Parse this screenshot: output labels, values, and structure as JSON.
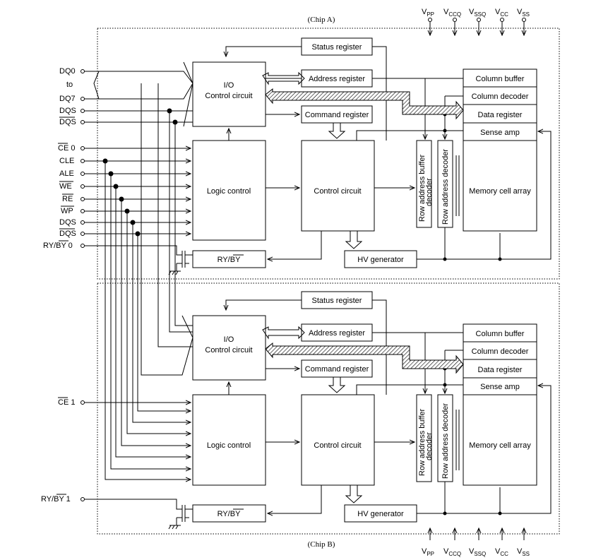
{
  "chips": [
    {
      "label": "(Chip A)",
      "blocks": {
        "status_register": "Status register",
        "address_register": "Address register",
        "command_register": "Command register",
        "io_control_line1": "I/O",
        "io_control_line2": "Control circuit",
        "logic_control": "Logic control",
        "control_circuit": "Control circuit",
        "ready_busy": "RY/BY",
        "hv_generator": "HV generator",
        "column_buffer": "Column buffer",
        "column_decoder": "Column decoder",
        "data_register": "Data register",
        "sense_amp": "Sense amp",
        "memory_cell_array": "Memory cell array",
        "row_address_buffer_line1": "Row address buffer",
        "row_address_buffer_line2": "decoder",
        "row_address_decoder": "Row address decoder"
      }
    },
    {
      "label": "(Chip B)",
      "blocks": {
        "status_register": "Status register",
        "address_register": "Address register",
        "command_register": "Command register",
        "io_control_line1": "I/O",
        "io_control_line2": "Control circuit",
        "logic_control": "Logic control",
        "control_circuit": "Control circuit",
        "ready_busy": "RY/BY",
        "hv_generator": "HV generator",
        "column_buffer": "Column buffer",
        "column_decoder": "Column decoder",
        "data_register": "Data register",
        "sense_amp": "Sense amp",
        "memory_cell_array": "Memory cell array",
        "row_address_buffer_line1": "Row address buffer",
        "row_address_buffer_line2": "decoder",
        "row_address_decoder": "Row address decoder"
      }
    }
  ],
  "pins_left": [
    {
      "label": "DQ0",
      "overbar": false
    },
    {
      "label": "to",
      "overbar": false
    },
    {
      "label": "DQ7",
      "overbar": false
    },
    {
      "label": "DQS",
      "overbar": false
    },
    {
      "label": "DQS",
      "overbar": true
    },
    {
      "label": "CE 0",
      "overbar": true
    },
    {
      "label": "CLE",
      "overbar": false
    },
    {
      "label": "ALE",
      "overbar": false
    },
    {
      "label": "WE",
      "overbar": true
    },
    {
      "label": "RE",
      "overbar": true
    },
    {
      "label": "WP",
      "overbar": true
    },
    {
      "label": "DQS",
      "overbar": false
    },
    {
      "label": "DQS",
      "overbar": true
    },
    {
      "label": "RY/BY 0",
      "overbar": false
    },
    {
      "label": "CE 1",
      "overbar": true
    },
    {
      "label": "RY/BY 1",
      "overbar": false
    }
  ],
  "power_pins": [
    {
      "main": "V",
      "sub": "PP"
    },
    {
      "main": "V",
      "sub": "CCQ"
    },
    {
      "main": "V",
      "sub": "SSQ"
    },
    {
      "main": "V",
      "sub": "CC"
    },
    {
      "main": "V",
      "sub": "SS"
    }
  ]
}
